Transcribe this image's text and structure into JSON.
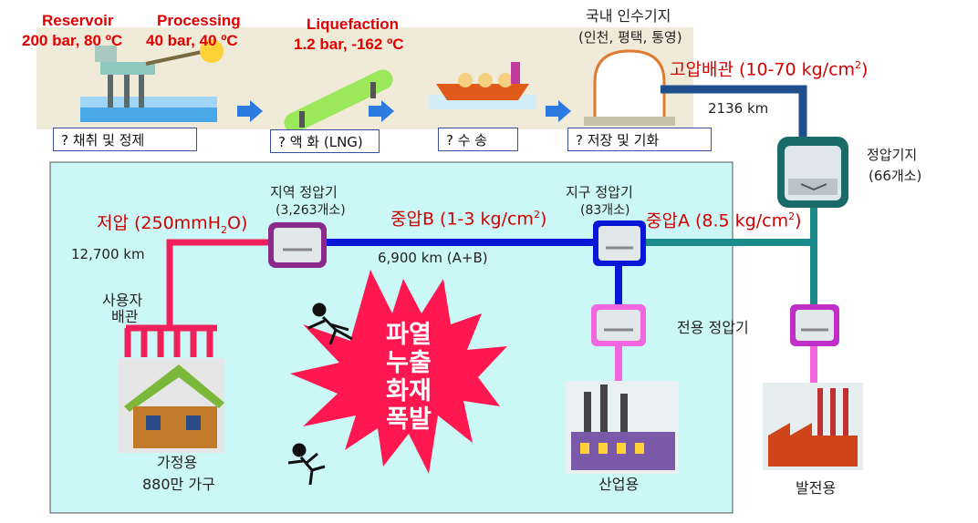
{
  "stages": {
    "reservoir": {
      "label": "Reservoir",
      "cond": "200 bar, 80 ºC"
    },
    "processing": {
      "label": "Processing",
      "cond": "40 bar, 40 ºC"
    },
    "liquefaction": {
      "label": "Liquefaction",
      "cond": "1.2 bar, -162 ºC"
    },
    "terminal": {
      "label": "국내 인수기지",
      "sub": "(인천, 평택, 통영)"
    }
  },
  "process_boxes": [
    "? 채취 및 정제",
    "? 액 화 (LNG)",
    "? 수 송",
    "? 저장 및 기화"
  ],
  "high_pressure": {
    "label_main": "고압배관 (10-70 kg/cm",
    "label_sup": "2",
    "label_end": ")",
    "length": "2136 km"
  },
  "governor_station": {
    "label": "정압기지",
    "count": "(66개소)"
  },
  "regional": {
    "label": "지역 정압기",
    "count": "(3,263개소)"
  },
  "district": {
    "label": "지구 정압기",
    "count": "(83개소)"
  },
  "low_pressure": {
    "label_main": "저압 (250mmH",
    "label_sub": "2",
    "label_end": "O)",
    "length": "12,700 km"
  },
  "medium_b": {
    "label_main": "중압B (1-3 kg/cm",
    "label_sup": "2",
    "label_end": ")",
    "length": "6,900 km (A+B)"
  },
  "medium_a": {
    "label_main": "중압A (8.5 kg/cm",
    "label_sup": "2",
    "label_end": ")"
  },
  "user_pipe": {
    "line1": "사용자",
    "line2": "배관"
  },
  "household": {
    "label": "가정용",
    "count": "880만 가구"
  },
  "industrial": {
    "label": "산업용"
  },
  "dedicated": {
    "label": "전용 정압기"
  },
  "power": {
    "label": "발전용"
  },
  "hazard": [
    "파열",
    "누출",
    "화재",
    "폭발"
  ],
  "colors": {
    "panel": "#ccf7f7",
    "high_pipe": "#1f4e8c",
    "teal_pipe": "#1a8a8a",
    "blue_pipe": "#0a16d8",
    "red_pipe": "#f0205a",
    "pink_pipe": "#f067e0",
    "burst": "#ff1850",
    "accent_red": "#e00000"
  }
}
